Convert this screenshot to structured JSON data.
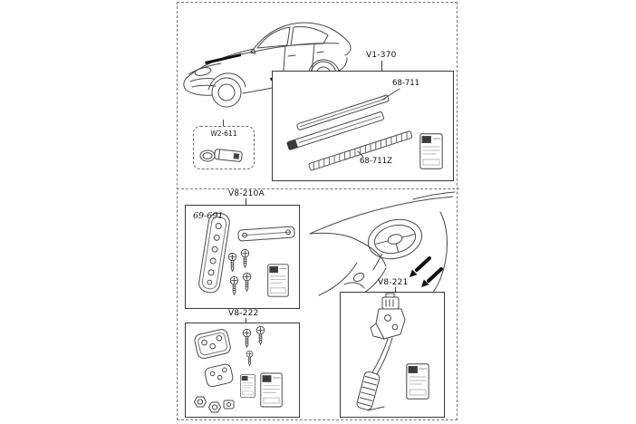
{
  "diagram": {
    "sections": {
      "scuff_plates": {
        "kit_label": "V1-370",
        "parts": [
          {
            "label": "68-711"
          },
          {
            "label": "68-711Z"
          }
        ]
      },
      "key_ring": {
        "kit_label": "W2-611"
      },
      "footrest": {
        "kit_label": "V8-210A",
        "parts": [
          {
            "label": "69-691"
          }
        ]
      },
      "pedal_pads": {
        "kit_label": "V8-222"
      },
      "accelerator_pedal": {
        "kit_label": "V8-221"
      }
    },
    "colors": {
      "line_art": "#4a4a4a",
      "ink": "#111111",
      "background": "#ffffff"
    }
  }
}
